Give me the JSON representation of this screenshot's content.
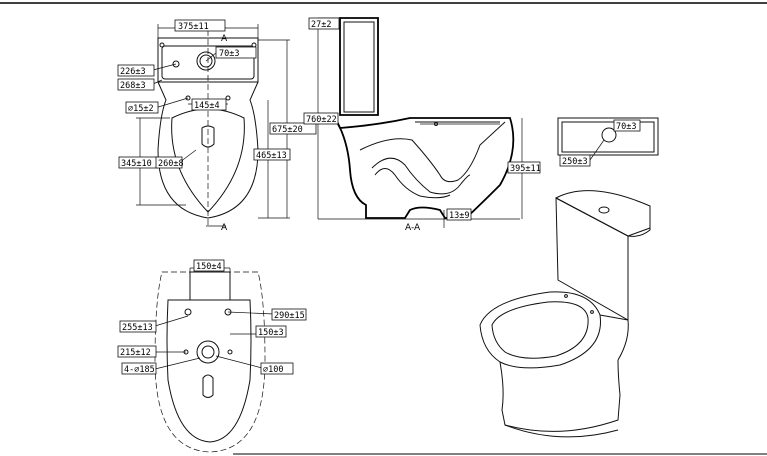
{
  "front_view": {
    "width": "375±11",
    "section_mark": "A",
    "outlet_dia": "70±3",
    "bolt_offset": "226±3",
    "bolt_spacing": "268±3",
    "dia_15": "∅15±2",
    "hole_spacing": "145±4",
    "depth_total": "675±20",
    "bowl_depth": "465±13",
    "bowl_width": "345±10",
    "rim_width": "260±8"
  },
  "section_view": {
    "top_thk": "27±2",
    "height": "760±22",
    "rim_height": "395±11",
    "outlet": "13±9",
    "caption": "A-A"
  },
  "tank_lid_view": {
    "button_dia": "70±3",
    "button_offset": "250±3"
  },
  "bottom_view": {
    "top_width": "150±4",
    "hole_a": "290±15",
    "hole_b": "255±13",
    "hole_c": "150±3",
    "hole_d": "215±12",
    "outlet_left": "4-∅185",
    "outlet_right": "∅100"
  }
}
